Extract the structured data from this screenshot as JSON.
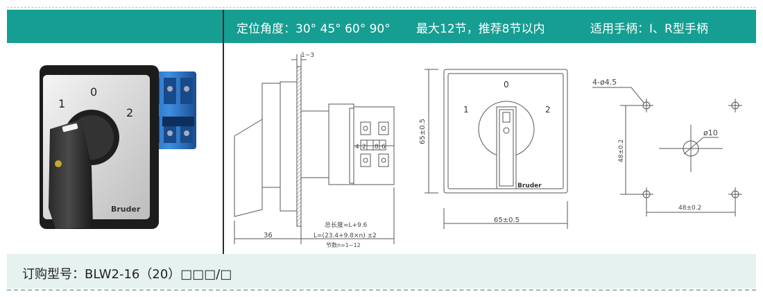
{
  "header": {
    "angle": "定位角度：30° 45° 60° 90°",
    "sections": "最大12节，推荐8节以内",
    "handles": "适用手柄：I、R型手柄"
  },
  "photo": {
    "pos_1": "1",
    "pos_0": "0",
    "pos_2": "2",
    "brand": "Bruder"
  },
  "side_view": {
    "offset_label": "1~3",
    "terminal_labels": [
      "4",
      "2",
      "8",
      "6"
    ],
    "depth_label": "36",
    "total_length_label": "总长度=L+9.6",
    "length_formula": "L=(23.4+9.8×n) ±2",
    "sections_label": "节数n=1~12"
  },
  "front_view": {
    "pos_0": "0",
    "pos_1": "1",
    "pos_2": "2",
    "brand": "Bruder",
    "width_dim": "65±0.5",
    "height_dim": "65±0.5"
  },
  "mounting": {
    "holes_label": "4-ø4.5",
    "center_hole_label": "ø10",
    "vertical_dim": "48±0.2",
    "horizontal_dim": "48±0.2"
  },
  "footer": {
    "order_code": "订购型号：BLW2-16（20）□□□/□"
  }
}
